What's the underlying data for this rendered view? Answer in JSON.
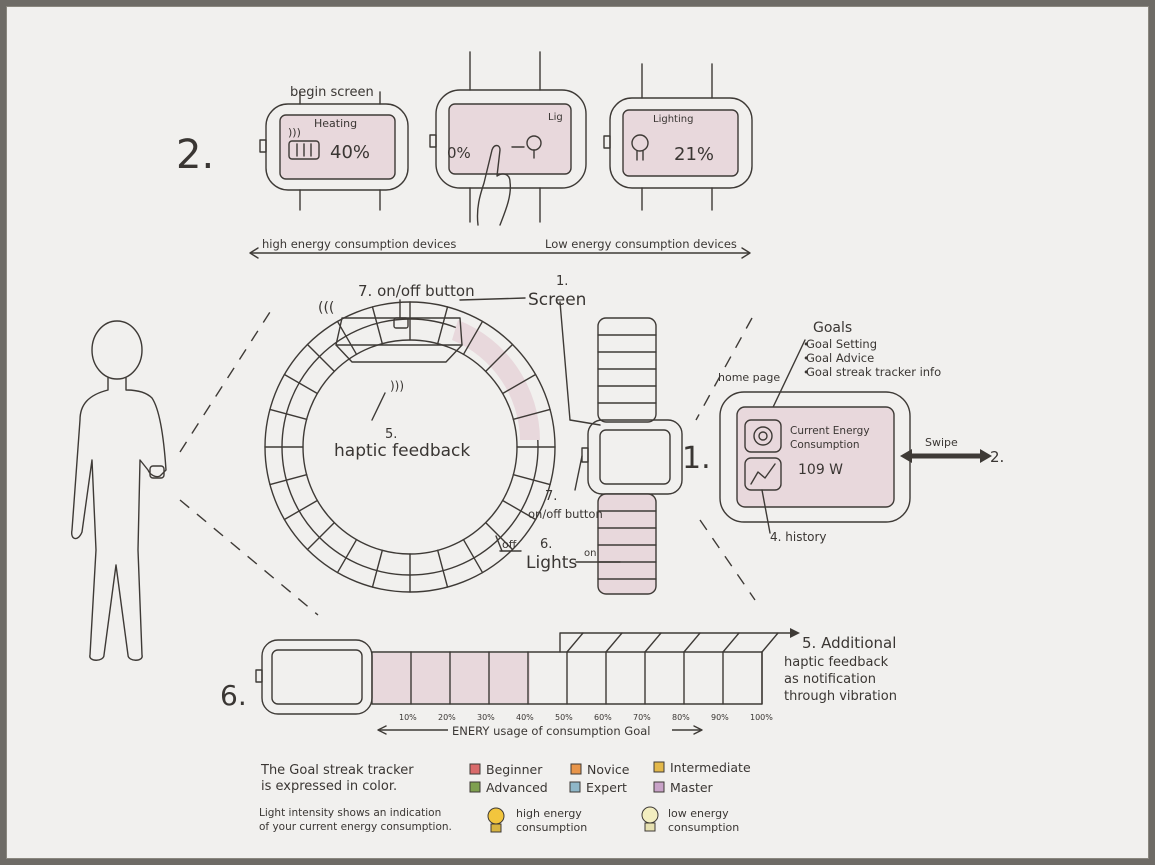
{
  "section2": {
    "number": "2.",
    "begin_screen": "begin screen",
    "heating_label": "Heating",
    "heating_value": "40%",
    "middle_left_value": "0%",
    "middle_right_label": "Lig",
    "lighting_label": "Lighting",
    "lighting_value": "21%",
    "arrow_left": "high energy consumption devices",
    "arrow_right": "Low energy consumption devices"
  },
  "bracelet": {
    "on_off": "7. on/off button",
    "screen_number": "1.",
    "screen": "Screen",
    "haptic_number": "5.",
    "haptic": "haptic feedback",
    "off": "off",
    "lights_number": "6.",
    "lights": "Lights",
    "on": "on",
    "watch_on_off_number": "7.",
    "watch_on_off": "on/off button"
  },
  "homepage": {
    "number": "1.",
    "title": "home page",
    "goals_title": "Goals",
    "goals_items": [
      "Goal Setting",
      "Goal Advice",
      "Goal streak tracker info"
    ],
    "current_label_line1": "Current Energy",
    "current_label_line2": "Consumption",
    "current_value": "109 W",
    "swipe": "Swipe",
    "swipe_target": "2.",
    "history": "4. history"
  },
  "section6": {
    "number": "6.",
    "scale": [
      "10%",
      "20%",
      "30%",
      "40%",
      "50%",
      "60%",
      "70%",
      "80%",
      "90%",
      "100%"
    ],
    "axis_caption": "ENERY usage of consumption Goal",
    "additional": [
      "5. Additional",
      "haptic feedback",
      "as notification",
      "through vibration"
    ]
  },
  "legend": {
    "tracker_line1": "The Goal streak tracker",
    "tracker_line2": "is expressed in color.",
    "levels": [
      {
        "name": "Beginner",
        "color": "#d96a6a"
      },
      {
        "name": "Novice",
        "color": "#e8954a"
      },
      {
        "name": "Intermediate",
        "color": "#e3b84a"
      },
      {
        "name": "Advanced",
        "color": "#7fa04f"
      },
      {
        "name": "Expert",
        "color": "#8fb7c8"
      },
      {
        "name": "Master",
        "color": "#c9a3c8"
      }
    ],
    "light_line1": "Light intensity shows an indication",
    "light_line2": "of your current energy consumption.",
    "high": [
      "high energy",
      "consumption"
    ],
    "low": [
      "low energy",
      "consumption"
    ]
  }
}
